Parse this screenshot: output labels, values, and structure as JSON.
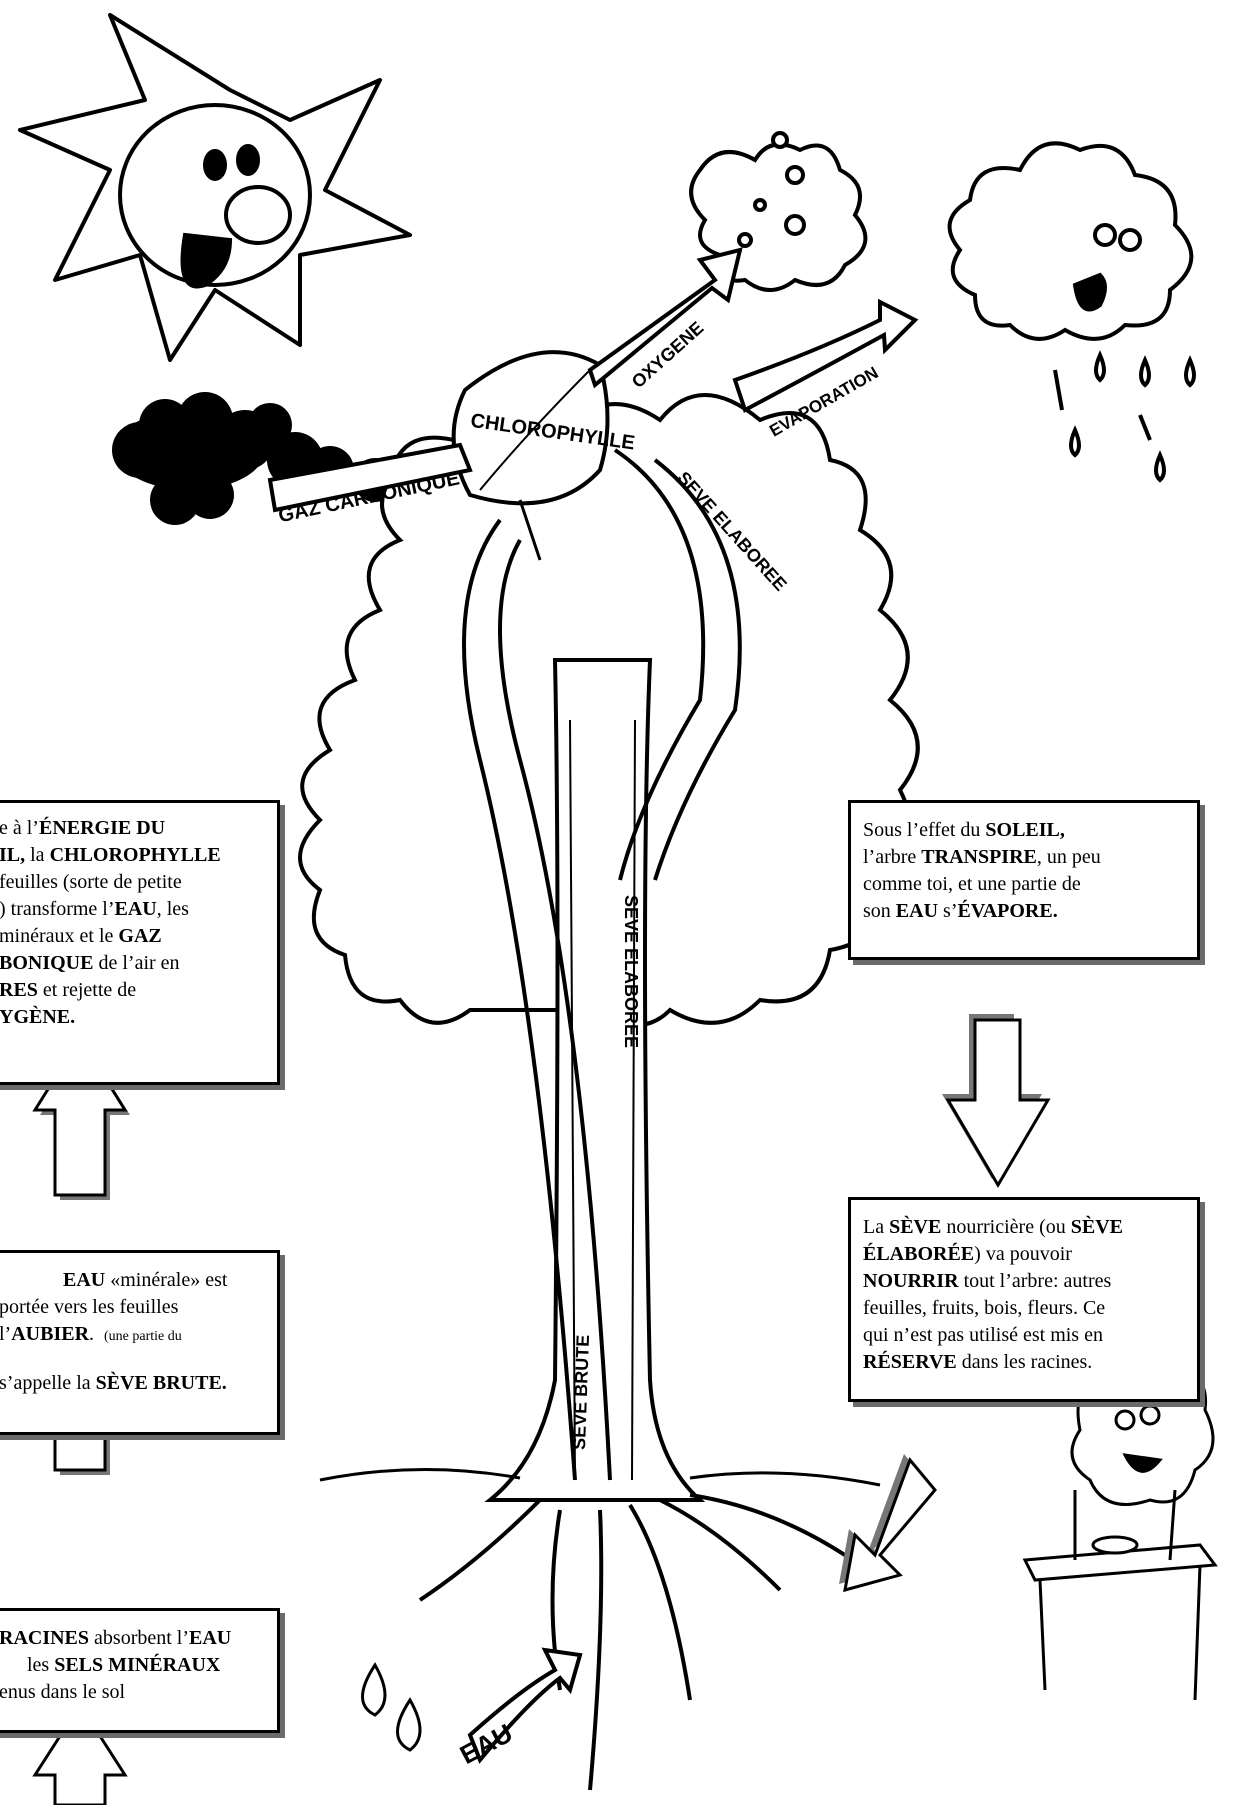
{
  "diagram": {
    "labels": {
      "gaz_carbonique": "GAZ CARBONIQUE",
      "chlorophylle": "CHLOROPHYLLE",
      "oxygene": "OXYGENE",
      "evaporation": "EVAPORATION",
      "seve_elaboree_top": "SEVE ELABOREE",
      "seve_elaboree_trunk": "SEVE ELABOREE",
      "seve_brute": "SEVE BRUTE",
      "eau": "EAU"
    }
  },
  "boxes": {
    "photosynthese": {
      "l1a": "e à l’",
      "l1b": "ÉNERGIE DU",
      "l2a": "IL,",
      "l2b": " la ",
      "l2c": "CHLOROPHYLLE",
      "l3": "feuilles (sorte de petite",
      "l4a": ") transforme l’",
      "l4b": "EAU",
      "l4c": ", les",
      "l5a": " minéraux et le ",
      "l5b": "GAZ",
      "l6a": "BONIQUE",
      "l6b": " de l’air en",
      "l7a": "RES",
      "l7b": " et rejette de",
      "l8": "YGÈNE."
    },
    "transpiration": {
      "l1a": "Sous l’effet du ",
      "l1b": "SOLEIL,",
      "l2a": "l’arbre ",
      "l2b": "TRANSPIRE",
      "l2c": ", un peu",
      "l3": "comme toi, et une partie de",
      "l4a": "son ",
      "l4b": "EAU",
      "l4c": " s’",
      "l4d": "ÉVAPORE."
    },
    "seve_brute": {
      "l1a": "EAU",
      "l1b": " «minérale» est",
      "l2": "portée vers les feuilles",
      "l3a": " l’",
      "l3b": "AUBIER",
      "l3c": ".",
      "l3d": "(une partie du",
      "l4a": "s’appelle la ",
      "l4b": "SÈVE BRUTE."
    },
    "seve_elaboree": {
      "l1a": "La ",
      "l1b": "SÈVE",
      "l1c": " nourricière (ou ",
      "l1d": "SÈVE",
      "l2a": "ÉLABORÉE",
      "l2b": ") va pouvoir",
      "l3a": "NOURRIR",
      "l3b": " tout l’arbre: autres",
      "l4": "feuilles, fruits, bois, fleurs. Ce",
      "l5": "qui n’est pas utilisé est mis en",
      "l6a": "RÉSERVE",
      "l6b": " dans les racines."
    },
    "racines": {
      "l1a": "RACINES",
      "l1b": " absorbent l’",
      "l1c": "EAU",
      "l2a": "les ",
      "l2b": "SELS MINÉRAUX",
      "l3": "enus dans le sol"
    }
  }
}
